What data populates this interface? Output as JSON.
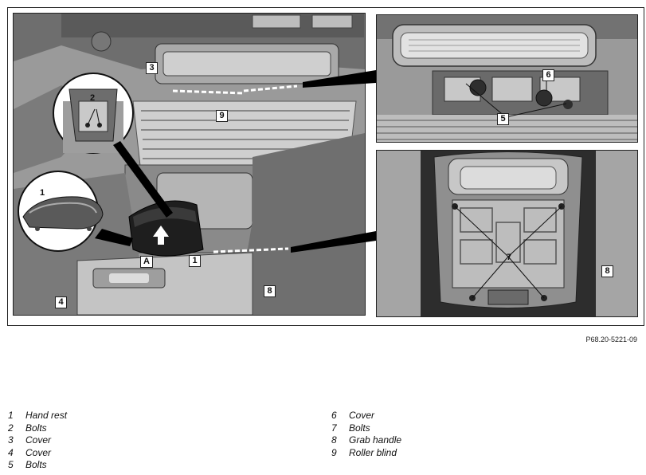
{
  "figure_ref": "P68.20-5221-09",
  "callouts": {
    "main_3": "3",
    "main_9": "9",
    "main_2": "2",
    "main_1a": "1",
    "main_A": "A",
    "main_1b": "1",
    "main_4": "4",
    "main_8": "8",
    "tr_6": "6",
    "tr_5": "5",
    "br_7": "7",
    "br_8": "8"
  },
  "legend_left": [
    {
      "num": "1",
      "label": "Hand rest"
    },
    {
      "num": "2",
      "label": "Bolts"
    },
    {
      "num": "3",
      "label": "Cover"
    },
    {
      "num": "4",
      "label": "Cover"
    },
    {
      "num": "5",
      "label": "Bolts"
    }
  ],
  "legend_right": [
    {
      "num": "6",
      "label": "Cover"
    },
    {
      "num": "7",
      "label": "Bolts"
    },
    {
      "num": "8",
      "label": "Grab handle"
    },
    {
      "num": "9",
      "label": "Roller blind"
    }
  ]
}
